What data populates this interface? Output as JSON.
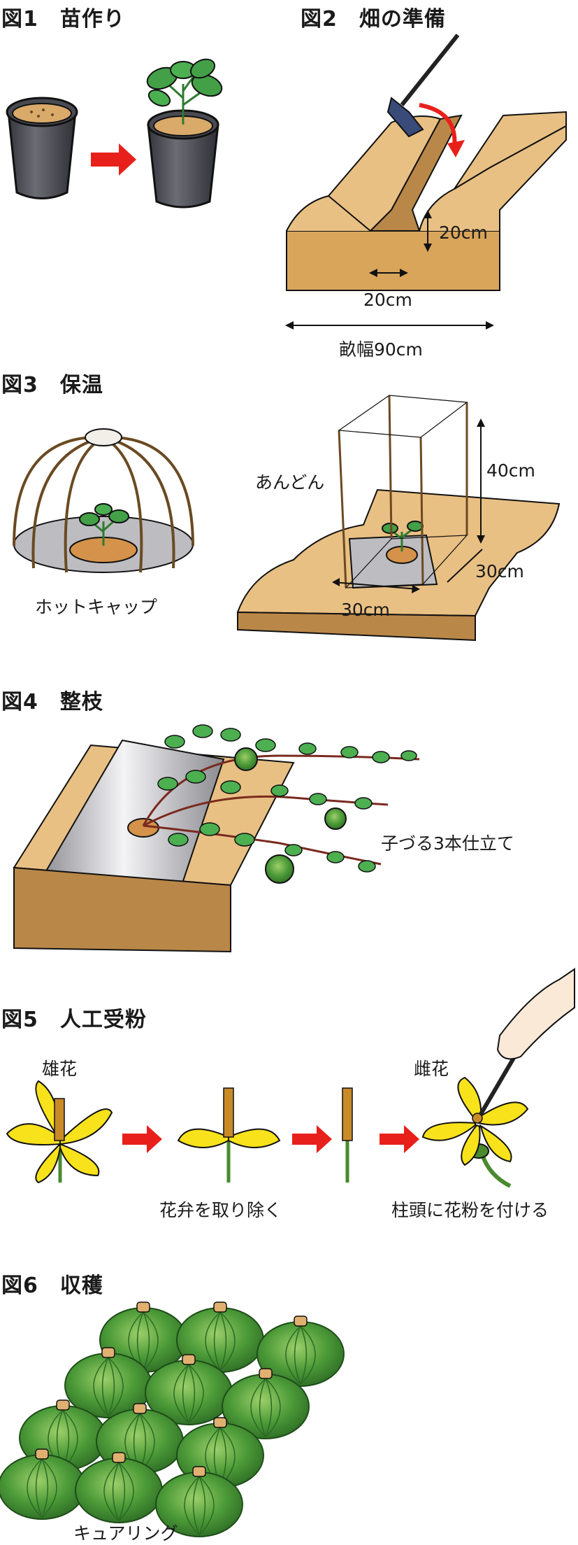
{
  "figures": [
    {
      "title": "図1　苗作り"
    },
    {
      "title": "図2　畑の準備",
      "labels": {
        "depth": "20cm",
        "width": "20cm",
        "bed": "畝幅90cm"
      }
    },
    {
      "title": "図3　保温",
      "labels": {
        "cap": "ホットキャップ",
        "andon": "あんどん",
        "height": "40cm",
        "side": "30cm",
        "front": "30cm"
      }
    },
    {
      "title": "図4　整枝",
      "labels": {
        "training": "子づる3本仕立て"
      }
    },
    {
      "title": "図5　人工受粉",
      "labels": {
        "male": "雄花",
        "female": "雌花",
        "remove": "花弁を取り除く",
        "apply": "柱頭に花粉を付ける"
      }
    },
    {
      "title": "図6　収穫",
      "labels": {
        "curing": "キュアリング"
      }
    }
  ],
  "colors": {
    "soil": "#e9c083",
    "soil_dark": "#b98748",
    "pot": "#4d4e56",
    "leaf": "#3f9a45",
    "arrow": "#e8201c",
    "flower": "#f7e21b",
    "pumpkin": "#3f8a2f",
    "mulch": "#b7b7bb"
  }
}
